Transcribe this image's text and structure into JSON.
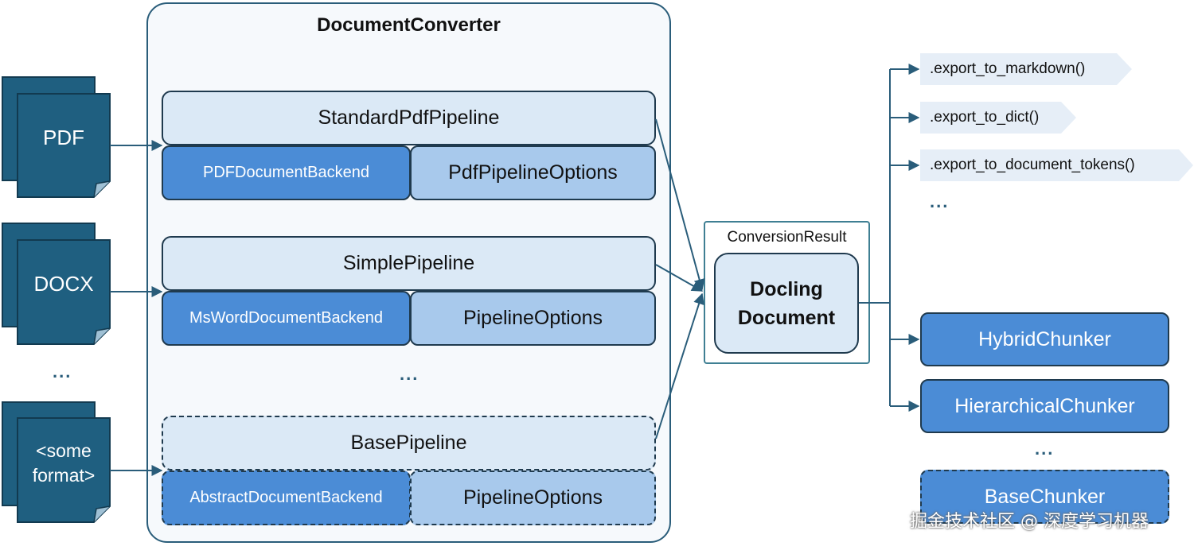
{
  "converter": {
    "title": "DocumentConverter"
  },
  "inputs": [
    {
      "label": "PDF"
    },
    {
      "label": "DOCX"
    },
    {
      "label_line1": "<some",
      "label_line2": "format>"
    }
  ],
  "inputs_ellipsis": "...",
  "pipelines": [
    {
      "pipeline": "StandardPdfPipeline",
      "backend": "PDFDocumentBackend",
      "options": "PdfPipelineOptions"
    },
    {
      "pipeline": "SimplePipeline",
      "backend": "MsWordDocumentBackend",
      "options": "PipelineOptions"
    },
    {
      "pipeline": "BasePipeline",
      "backend": "AbstractDocumentBackend",
      "options": "PipelineOptions"
    }
  ],
  "pipelines_ellipsis": "...",
  "result": {
    "label": "ConversionResult",
    "doc_line1": "Docling",
    "doc_line2": "Document"
  },
  "exports": [
    ".export_to_markdown()",
    ".export_to_dict()",
    ".export_to_document_tokens()"
  ],
  "exports_ellipsis": "...",
  "chunkers": [
    "HybridChunker",
    "HierarchicalChunker"
  ],
  "chunkers_ellipsis": "...",
  "base_chunker": "BaseChunker",
  "watermark": "掘金技术社区 @ 深度学习机器",
  "colors": {
    "dark": "#1f5f80",
    "line": "#2a5d7a",
    "light": "#dbe9f6",
    "mid": "#a8c9ec",
    "accent": "#4b8cd6"
  }
}
